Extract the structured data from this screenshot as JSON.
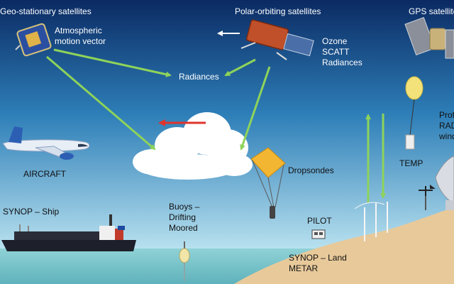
{
  "colors": {
    "sky_top": "#0b2a63",
    "sky_mid": "#2e7fb8",
    "sky_bottom": "#bfe6f2",
    "sea": "#6fbfc7",
    "land": "#e8c99a",
    "green_arrow": "#8ed35a",
    "red_arrow": "#e0342c",
    "label_text": "#ffffff",
    "dark_text": "#111111"
  },
  "labels": {
    "geo_satellites": "Geo-stationary satellites",
    "atmospheric_motion": [
      "Atmospheric",
      "motion vector"
    ],
    "polar_satellites": "Polar-orbiting satellites",
    "polar_products": [
      "Ozone",
      "SCATT",
      "Radiances"
    ],
    "gps_satellites": "GPS satellites",
    "radiances": "Radiances",
    "aircraft": "AIRCRAFT",
    "synop_ship": "SYNOP – Ship",
    "buoys": [
      "Buoys –",
      "Drifting",
      "Moored"
    ],
    "dropsondes": "Dropsondes",
    "temp": "TEMP",
    "pilot": "PILOT",
    "synop_land": [
      "SYNOP – Land",
      "METAR"
    ],
    "profilers": [
      "Prof",
      "RAD",
      "wind"
    ]
  }
}
